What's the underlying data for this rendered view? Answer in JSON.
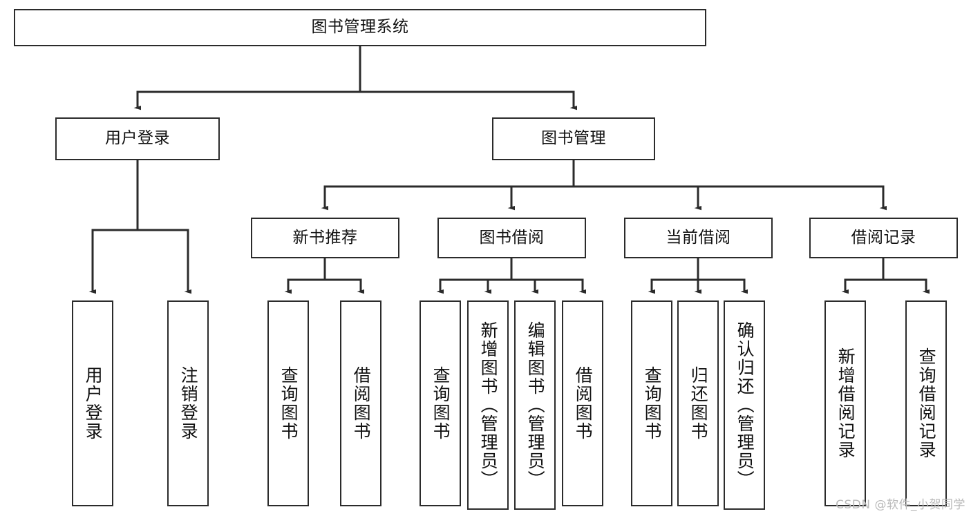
{
  "diagram": {
    "title": "图书管理系统",
    "type": "tree-hierarchy-diagram",
    "stroke_color": "#2b2b2b",
    "background_color": "#ffffff",
    "root": {
      "id": "root",
      "label": "图书管理系统"
    },
    "level2": [
      {
        "id": "user-login",
        "label": "用户登录"
      },
      {
        "id": "book-management",
        "label": "图书管理"
      }
    ],
    "level3": [
      {
        "id": "new-book-recommend",
        "label": "新书推荐",
        "parent": "book-management"
      },
      {
        "id": "book-borrow",
        "label": "图书借阅",
        "parent": "book-management"
      },
      {
        "id": "current-borrow",
        "label": "当前借阅",
        "parent": "book-management"
      },
      {
        "id": "borrow-record",
        "label": "借阅记录",
        "parent": "book-management"
      }
    ],
    "leaves": [
      {
        "id": "leaf-user-login",
        "label": "用户登录",
        "parent": "user-login"
      },
      {
        "id": "leaf-logout-login",
        "label": "注销登录",
        "parent": "user-login"
      },
      {
        "id": "leaf-query-book-1",
        "label": "查询图书",
        "parent": "new-book-recommend"
      },
      {
        "id": "leaf-borrow-book-1",
        "label": "借阅图书",
        "parent": "new-book-recommend"
      },
      {
        "id": "leaf-query-book-2",
        "label": "查询图书",
        "parent": "book-borrow"
      },
      {
        "id": "leaf-add-book",
        "label": "新增图书（管理员）",
        "parent": "book-borrow"
      },
      {
        "id": "leaf-edit-book",
        "label": "编辑图书（管理员）",
        "parent": "book-borrow"
      },
      {
        "id": "leaf-borrow-book-2",
        "label": "借阅图书",
        "parent": "book-borrow"
      },
      {
        "id": "leaf-query-book-3",
        "label": "查询图书",
        "parent": "current-borrow"
      },
      {
        "id": "leaf-return-book",
        "label": "归还图书",
        "parent": "current-borrow"
      },
      {
        "id": "leaf-confirm-return",
        "label": "确认归还（管理员）",
        "parent": "current-borrow"
      },
      {
        "id": "leaf-add-record",
        "label": "新增借阅记录",
        "parent": "borrow-record"
      },
      {
        "id": "leaf-query-record",
        "label": "查询借阅记录",
        "parent": "borrow-record"
      }
    ]
  },
  "watermark": {
    "text": "CSDN @软件_小贺同学"
  }
}
